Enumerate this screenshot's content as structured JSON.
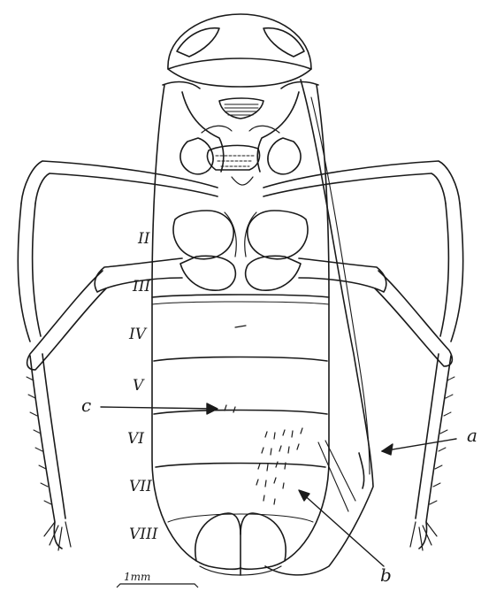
{
  "figure": {
    "subject": "insect body, ventral view",
    "colors": {
      "ink": "#1a1a1a",
      "paper": "#ffffff"
    },
    "segment_labels": [
      {
        "key": "II",
        "text": "II"
      },
      {
        "key": "III",
        "text": "III"
      },
      {
        "key": "IV",
        "text": "IV"
      },
      {
        "key": "V",
        "text": "V"
      },
      {
        "key": "VI",
        "text": "VI"
      },
      {
        "key": "VII",
        "text": "VII"
      },
      {
        "key": "VIII",
        "text": "VIII"
      }
    ],
    "pointer_labels": {
      "a": "a",
      "b": "b",
      "c": "c"
    },
    "scale_bar": {
      "label": "1mm"
    }
  }
}
